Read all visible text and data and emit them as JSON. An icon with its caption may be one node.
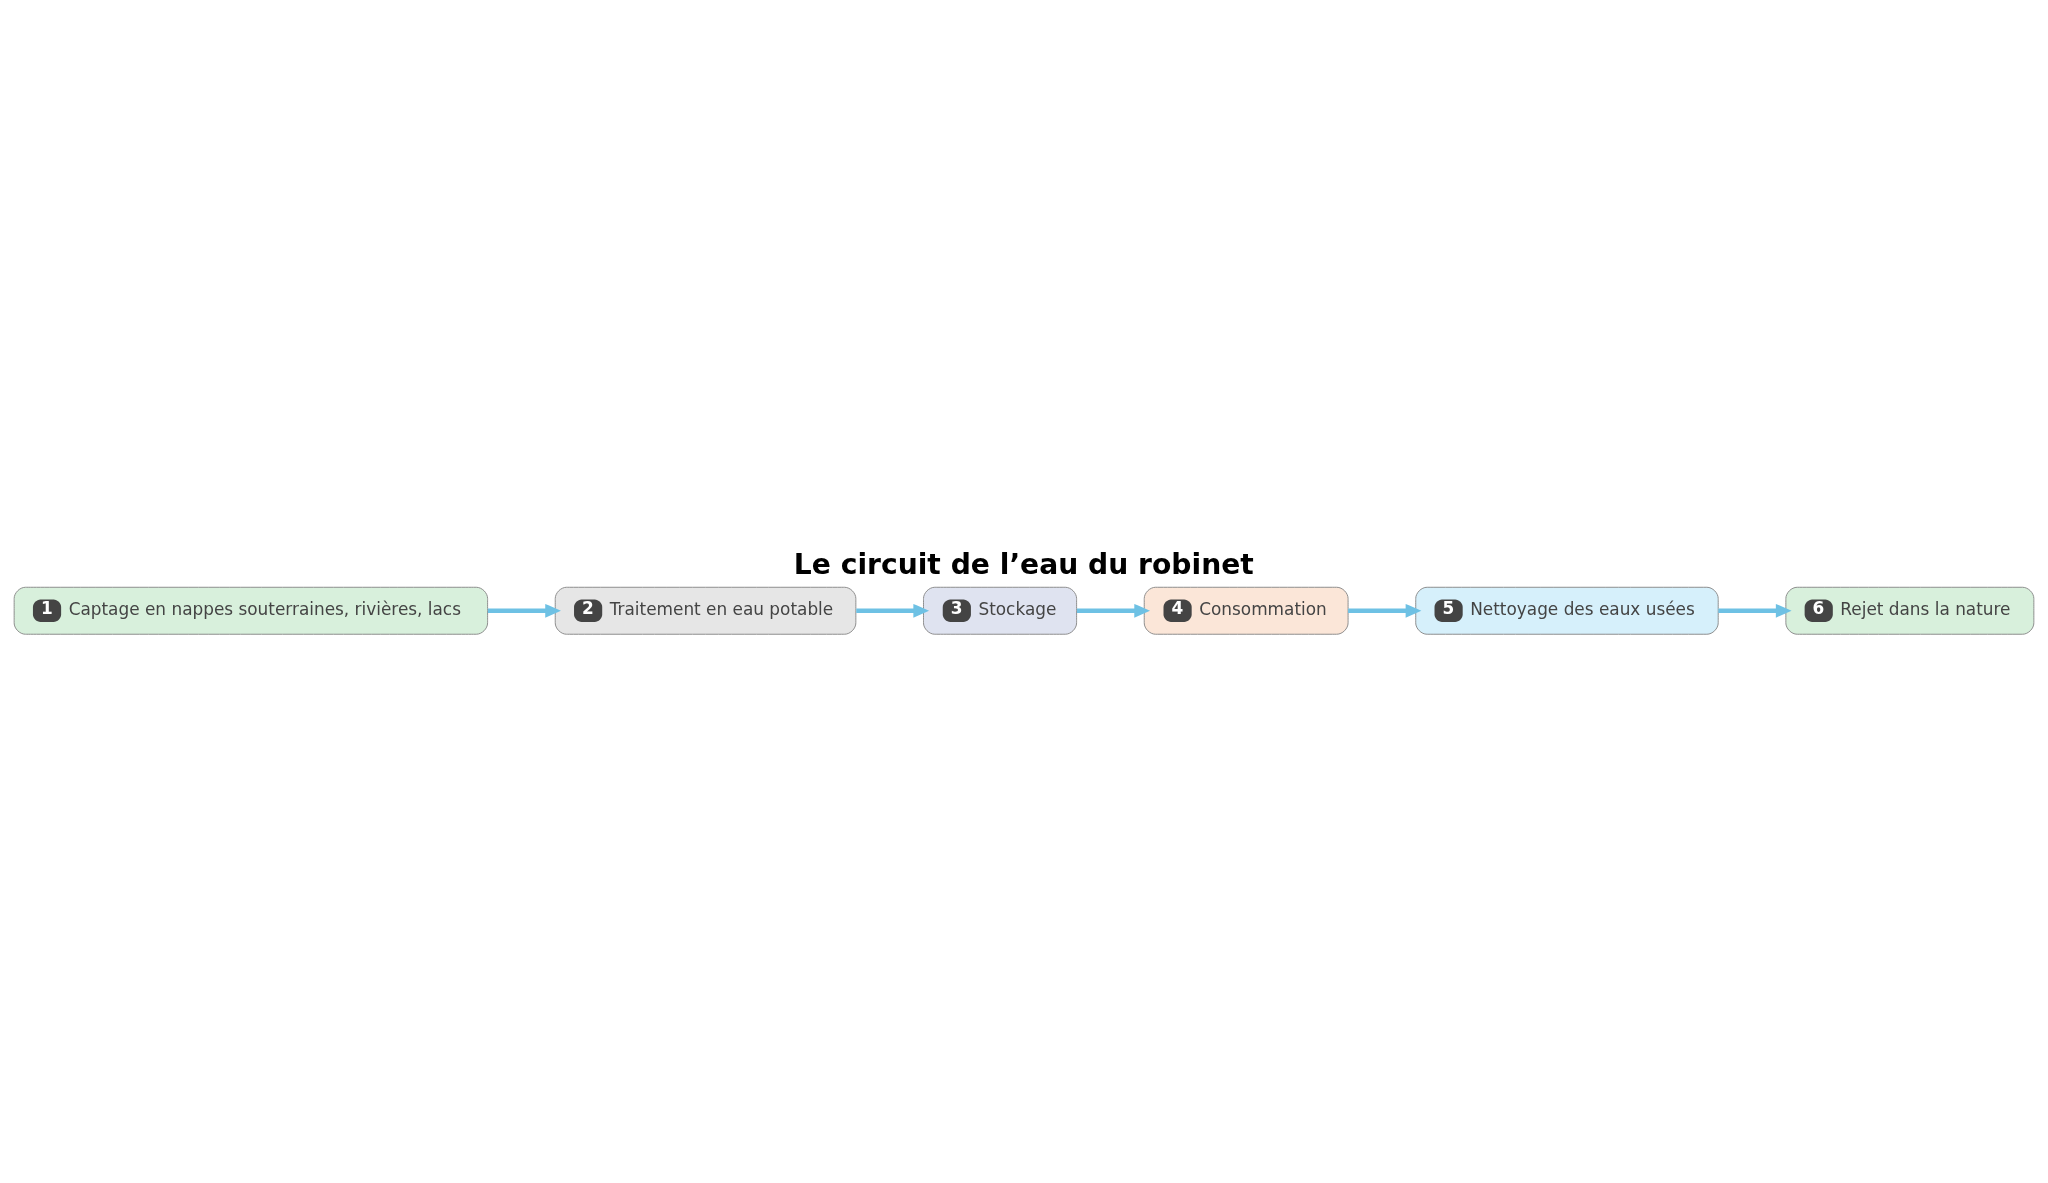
{
  "diagram": {
    "title": "Le circuit de l’eau du robinet",
    "nodes": [
      {
        "text": [
          "1",
          "Captage en nappes souterraines, rivières, lacs"
        ]
      },
      {
        "text": [
          "2",
          "Traitement en eau potable"
        ]
      },
      {
        "text": [
          "3",
          "Stockage"
        ]
      },
      {
        "text": [
          "4",
          "Consommation"
        ]
      },
      {
        "text": [
          "5",
          "Nettoyage des eaux usées"
        ]
      },
      {
        "text": [
          "6",
          "Rejet dans la nature"
        ]
      }
    ],
    "edges": [
      {
        "from": 0,
        "to": 1,
        "arrow": "to"
      },
      {
        "from": 1,
        "to": 2,
        "arrow": "to"
      },
      {
        "from": 2,
        "to": 3,
        "arrow": "to"
      },
      {
        "from": 3,
        "to": 4,
        "arrow": "to"
      },
      {
        "from": 4,
        "to": 5,
        "arrow": "to"
      }
    ]
  }
}
